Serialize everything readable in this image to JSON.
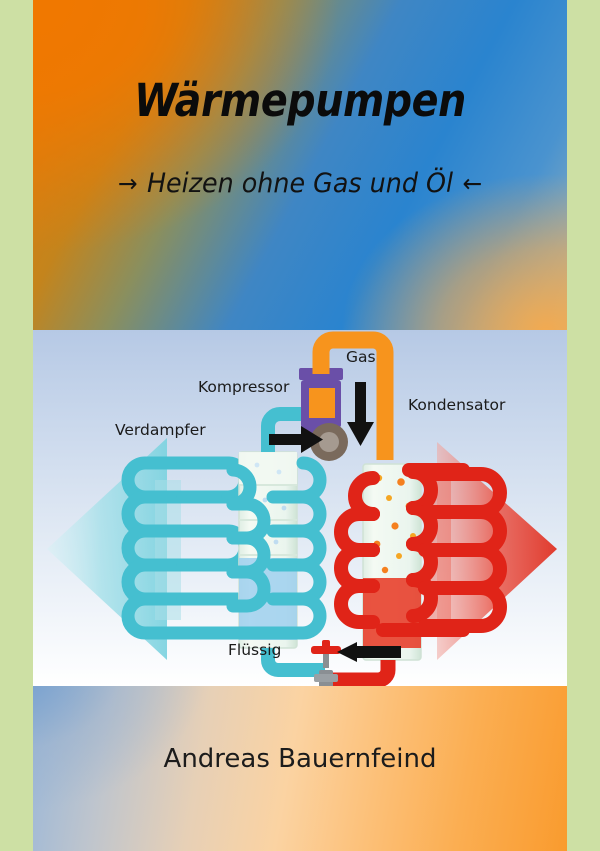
{
  "cover": {
    "title": "Wärmepumpen",
    "subtitle": {
      "left_arrow": "→",
      "text": "Heizen ohne Gas und Öl",
      "right_arrow": "←"
    },
    "author": "Andreas Bauernfeind",
    "border_color": "#cde0a4",
    "accent_orange": "#f07800",
    "accent_blue": "#2a84cf"
  },
  "diagram": {
    "name": "heat-pump-cycle-diagram",
    "labels": {
      "evaporator": "Verdampfer",
      "compressor": "Kompressor",
      "gas": "Gas",
      "condenser": "Kondensator",
      "liquid": "Flüssig"
    },
    "colors": {
      "cold_side": "#45bfd0",
      "hot_side": "#e02418",
      "gas_pipe": "#f7941d",
      "compressor_body": "#6a4fa8",
      "compressor_inner": "#f7941d",
      "compressor_wheel": "#7a6a5c",
      "valve_handle": "#e02418",
      "arrow_black": "#111111",
      "cold_arrow_fill": "#6ecadb",
      "hot_arrow_fill": "#e8443a"
    },
    "flow_arrows": [
      {
        "name": "compressor-inlet-arrow",
        "direction": "right"
      },
      {
        "name": "gas-downflow-arrow",
        "direction": "down"
      },
      {
        "name": "expansion-valve-arrow",
        "direction": "left"
      }
    ],
    "heat_arrows": [
      {
        "name": "cold-side-heat-arrow",
        "direction": "left"
      },
      {
        "name": "hot-side-heat-arrow",
        "direction": "right"
      }
    ]
  }
}
